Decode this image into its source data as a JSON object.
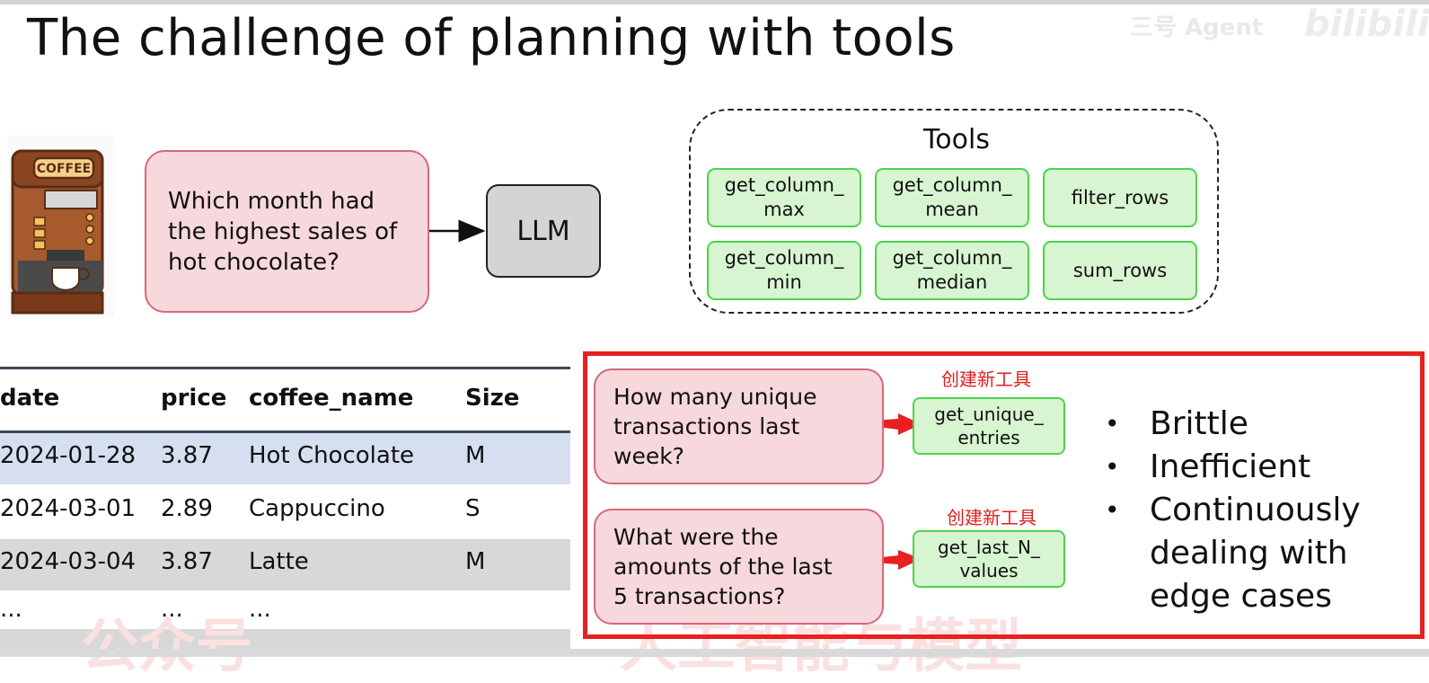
{
  "title": "The challenge of planning with tools",
  "watermark": {
    "text": "三号 Agent",
    "logo": "bilibili"
  },
  "coffee_machine": {
    "sign": "COFFEE"
  },
  "query": {
    "text": "Which month had\nthe highest sales of\nhot chocolate?"
  },
  "llm": {
    "label": "LLM"
  },
  "tools": {
    "title": "Tools",
    "items": [
      {
        "label": "get_column_\nmax"
      },
      {
        "label": "get_column_\nmean"
      },
      {
        "label": "filter_rows"
      },
      {
        "label": "get_column_\nmin"
      },
      {
        "label": "get_column_\nmedian"
      },
      {
        "label": "sum_rows"
      }
    ]
  },
  "table": {
    "headers": [
      "date",
      "price",
      "coffee_name",
      "Size"
    ],
    "rows": [
      [
        "2024-01-28",
        "3.87",
        "Hot Chocolate",
        "M"
      ],
      [
        "2024-03-01",
        "2.89",
        "Cappuccino",
        "S"
      ],
      [
        "2024-03-04",
        "3.87",
        "Latte",
        "M"
      ],
      [
        "...",
        "...",
        "...",
        ""
      ]
    ]
  },
  "examples": [
    {
      "question": "How many unique\ntransactions last\nweek?",
      "annotation": "创建新工具",
      "new_tool": "get_unique_\nentries"
    },
    {
      "question": "What were the\namounts of the last\n5 transactions?",
      "annotation": "创建新工具",
      "new_tool": "get_last_N_\nvalues"
    }
  ],
  "drawbacks": [
    "Brittle",
    "Inefficient",
    "Continuously\ndealing with\nedge cases"
  ],
  "colors": {
    "pink_fill": "#f7d8dc",
    "pink_border": "#d6697a",
    "tool_fill": "#d8f5d2",
    "tool_border": "#4ed34a",
    "highlight_frame": "#e82020",
    "row_highlight": "#d5dff0",
    "row_alt": "#d8d8d8"
  }
}
